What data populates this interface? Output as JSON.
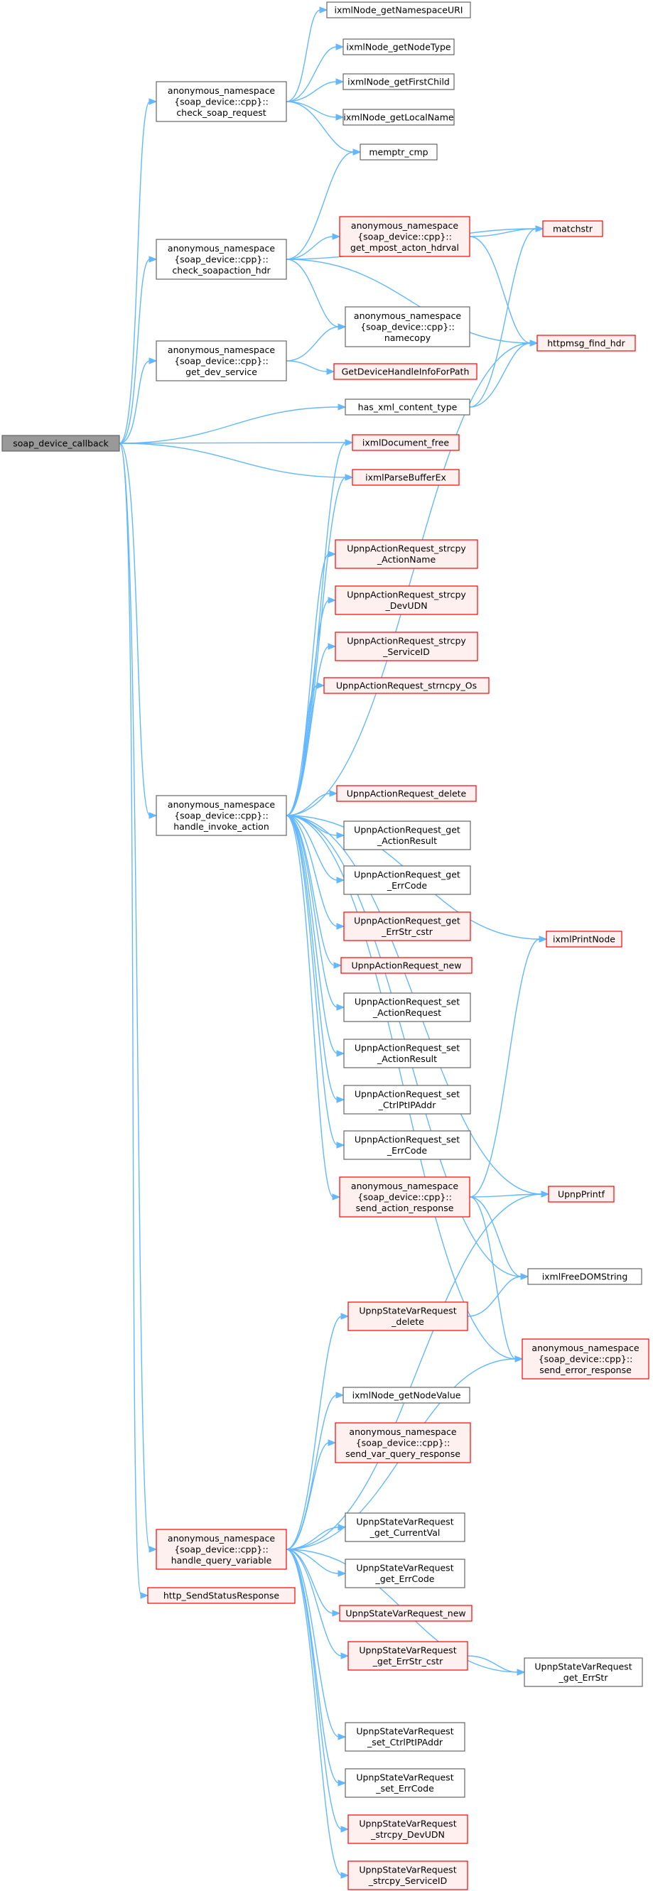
{
  "colors": {
    "edge": "#63b8ff",
    "root_fill": "#999999",
    "root_stroke": "#666666",
    "normal_fill": "#ffffff",
    "normal_stroke": "#666666",
    "missing_fill": "#fff0f0",
    "missing_stroke": "#ff0000"
  },
  "nodes": [
    {
      "id": "root",
      "style": "root",
      "lines": [
        "soap_device_callback"
      ]
    },
    {
      "id": "check_soap_request",
      "style": "normal",
      "lines": [
        "anonymous_namespace",
        "{soap_device::cpp}::",
        "check_soap_request"
      ]
    },
    {
      "id": "check_soapaction_hdr",
      "style": "normal",
      "lines": [
        "anonymous_namespace",
        "{soap_device::cpp}::",
        "check_soapaction_hdr"
      ]
    },
    {
      "id": "get_dev_service",
      "style": "normal",
      "lines": [
        "anonymous_namespace",
        "{soap_device::cpp}::",
        "get_dev_service"
      ]
    },
    {
      "id": "handle_invoke_action",
      "style": "normal",
      "lines": [
        "anonymous_namespace",
        "{soap_device::cpp}::",
        "handle_invoke_action"
      ]
    },
    {
      "id": "handle_query_variable",
      "style": "missing",
      "lines": [
        "anonymous_namespace",
        "{soap_device::cpp}::",
        "handle_query_variable"
      ]
    },
    {
      "id": "http_SendStatusResponse",
      "style": "missing",
      "lines": [
        "http_SendStatusResponse"
      ]
    },
    {
      "id": "ixmlNode_getNamespaceURI",
      "style": "normal",
      "lines": [
        "ixmlNode_getNamespaceURI"
      ]
    },
    {
      "id": "ixmlNode_getNodeType",
      "style": "normal",
      "lines": [
        "ixmlNode_getNodeType"
      ]
    },
    {
      "id": "ixmlNode_getFirstChild",
      "style": "normal",
      "lines": [
        "ixmlNode_getFirstChild"
      ]
    },
    {
      "id": "ixmlNode_getLocalName",
      "style": "normal",
      "lines": [
        "ixmlNode_getLocalName"
      ]
    },
    {
      "id": "memptr_cmp",
      "style": "normal",
      "lines": [
        "memptr_cmp"
      ]
    },
    {
      "id": "get_mpost_acton_hdrval",
      "style": "missing",
      "lines": [
        "anonymous_namespace",
        "{soap_device::cpp}::",
        "get_mpost_acton_hdrval"
      ]
    },
    {
      "id": "namecopy",
      "style": "normal",
      "lines": [
        "anonymous_namespace",
        "{soap_device::cpp}::",
        "namecopy"
      ]
    },
    {
      "id": "GetDeviceHandleInfoForPath",
      "style": "missing",
      "lines": [
        "GetDeviceHandleInfoForPath"
      ]
    },
    {
      "id": "has_xml_content_type",
      "style": "normal",
      "lines": [
        "has_xml_content_type"
      ]
    },
    {
      "id": "ixmlDocument_free",
      "style": "missing",
      "lines": [
        "ixmlDocument_free"
      ]
    },
    {
      "id": "ixmlParseBufferEx",
      "style": "missing",
      "lines": [
        "ixmlParseBufferEx"
      ]
    },
    {
      "id": "UARS_ActionName",
      "style": "missing",
      "lines": [
        "UpnpActionRequest_strcpy",
        "_ActionName"
      ]
    },
    {
      "id": "UARS_DevUDN",
      "style": "missing",
      "lines": [
        "UpnpActionRequest_strcpy",
        "_DevUDN"
      ]
    },
    {
      "id": "UARS_ServiceID",
      "style": "missing",
      "lines": [
        "UpnpActionRequest_strcpy",
        "_ServiceID"
      ]
    },
    {
      "id": "UARS_strncpy_Os",
      "style": "missing",
      "lines": [
        "UpnpActionRequest_strncpy_Os"
      ]
    },
    {
      "id": "UAR_delete",
      "style": "missing",
      "lines": [
        "UpnpActionRequest_delete"
      ]
    },
    {
      "id": "UAR_get_ActionResult",
      "style": "normal",
      "lines": [
        "UpnpActionRequest_get",
        "_ActionResult"
      ]
    },
    {
      "id": "UAR_get_ErrCode",
      "style": "normal",
      "lines": [
        "UpnpActionRequest_get",
        "_ErrCode"
      ]
    },
    {
      "id": "UAR_get_ErrStr_cstr",
      "style": "missing",
      "lines": [
        "UpnpActionRequest_get",
        "_ErrStr_cstr"
      ]
    },
    {
      "id": "UAR_new",
      "style": "missing",
      "lines": [
        "UpnpActionRequest_new"
      ]
    },
    {
      "id": "UAR_set_ActionRequest",
      "style": "normal",
      "lines": [
        "UpnpActionRequest_set",
        "_ActionRequest"
      ]
    },
    {
      "id": "UAR_set_ActionResult",
      "style": "normal",
      "lines": [
        "UpnpActionRequest_set",
        "_ActionResult"
      ]
    },
    {
      "id": "UAR_set_CtrlPtIPAddr",
      "style": "normal",
      "lines": [
        "UpnpActionRequest_set",
        "_CtrlPtIPAddr"
      ]
    },
    {
      "id": "UAR_set_ErrCode",
      "style": "normal",
      "lines": [
        "UpnpActionRequest_set",
        "_ErrCode"
      ]
    },
    {
      "id": "send_action_response",
      "style": "missing",
      "lines": [
        "anonymous_namespace",
        "{soap_device::cpp}::",
        "send_action_response"
      ]
    },
    {
      "id": "USVR_delete",
      "style": "missing",
      "lines": [
        "UpnpStateVarRequest",
        "_delete"
      ]
    },
    {
      "id": "ixmlNode_getNodeValue",
      "style": "normal",
      "lines": [
        "ixmlNode_getNodeValue"
      ]
    },
    {
      "id": "send_var_query_response",
      "style": "missing",
      "lines": [
        "anonymous_namespace",
        "{soap_device::cpp}::",
        "send_var_query_response"
      ]
    },
    {
      "id": "USVR_get_CurrentVal",
      "style": "normal",
      "lines": [
        "UpnpStateVarRequest",
        "_get_CurrentVal"
      ]
    },
    {
      "id": "USVR_get_ErrCode",
      "style": "normal",
      "lines": [
        "UpnpStateVarRequest",
        "_get_ErrCode"
      ]
    },
    {
      "id": "USVR_new",
      "style": "missing",
      "lines": [
        "UpnpStateVarRequest_new"
      ]
    },
    {
      "id": "USVR_get_ErrStr_cstr",
      "style": "missing",
      "lines": [
        "UpnpStateVarRequest",
        "_get_ErrStr_cstr"
      ]
    },
    {
      "id": "USVR_set_CtrlPtIPAddr",
      "style": "normal",
      "lines": [
        "UpnpStateVarRequest",
        "_set_CtrlPtIPAddr"
      ]
    },
    {
      "id": "USVR_set_ErrCode",
      "style": "normal",
      "lines": [
        "UpnpStateVarRequest",
        "_set_ErrCode"
      ]
    },
    {
      "id": "USVR_strcpy_DevUDN",
      "style": "missing",
      "lines": [
        "UpnpStateVarRequest",
        "_strcpy_DevUDN"
      ]
    },
    {
      "id": "USVR_strcpy_ServiceID",
      "style": "missing",
      "lines": [
        "UpnpStateVarRequest",
        "_strcpy_ServiceID"
      ]
    },
    {
      "id": "matchstr",
      "style": "missing",
      "lines": [
        "matchstr"
      ]
    },
    {
      "id": "httpmsg_find_hdr",
      "style": "missing",
      "lines": [
        "httpmsg_find_hdr"
      ]
    },
    {
      "id": "ixmlPrintNode",
      "style": "missing",
      "lines": [
        "ixmlPrintNode"
      ]
    },
    {
      "id": "UpnpPrintf",
      "style": "missing",
      "lines": [
        "UpnpPrintf"
      ]
    },
    {
      "id": "ixmlFreeDOMString",
      "style": "normal",
      "lines": [
        "ixmlFreeDOMString"
      ]
    },
    {
      "id": "send_error_response",
      "style": "missing",
      "lines": [
        "anonymous_namespace",
        "{soap_device::cpp}::",
        "send_error_response"
      ]
    },
    {
      "id": "USVR_get_ErrStr",
      "style": "normal",
      "lines": [
        "UpnpStateVarRequest",
        "_get_ErrStr"
      ]
    }
  ],
  "edges": [
    [
      "root",
      "check_soap_request"
    ],
    [
      "root",
      "check_soapaction_hdr"
    ],
    [
      "root",
      "get_dev_service"
    ],
    [
      "root",
      "has_xml_content_type"
    ],
    [
      "root",
      "ixmlDocument_free"
    ],
    [
      "root",
      "ixmlParseBufferEx"
    ],
    [
      "root",
      "handle_invoke_action"
    ],
    [
      "root",
      "handle_query_variable"
    ],
    [
      "root",
      "http_SendStatusResponse"
    ],
    [
      "check_soap_request",
      "ixmlNode_getNamespaceURI"
    ],
    [
      "check_soap_request",
      "ixmlNode_getNodeType"
    ],
    [
      "check_soap_request",
      "ixmlNode_getFirstChild"
    ],
    [
      "check_soap_request",
      "ixmlNode_getLocalName"
    ],
    [
      "check_soap_request",
      "memptr_cmp"
    ],
    [
      "check_soapaction_hdr",
      "memptr_cmp"
    ],
    [
      "check_soapaction_hdr",
      "matchstr"
    ],
    [
      "check_soapaction_hdr",
      "get_mpost_acton_hdrval"
    ],
    [
      "check_soapaction_hdr",
      "httpmsg_find_hdr"
    ],
    [
      "check_soapaction_hdr",
      "namecopy"
    ],
    [
      "get_mpost_acton_hdrval",
      "matchstr"
    ],
    [
      "get_mpost_acton_hdrval",
      "httpmsg_find_hdr"
    ],
    [
      "get_dev_service",
      "namecopy"
    ],
    [
      "get_dev_service",
      "GetDeviceHandleInfoForPath"
    ],
    [
      "has_xml_content_type",
      "matchstr"
    ],
    [
      "has_xml_content_type",
      "httpmsg_find_hdr"
    ],
    [
      "handle_invoke_action",
      "httpmsg_find_hdr"
    ],
    [
      "handle_invoke_action",
      "ixmlDocument_free"
    ],
    [
      "handle_invoke_action",
      "ixmlParseBufferEx"
    ],
    [
      "handle_invoke_action",
      "UARS_ActionName"
    ],
    [
      "handle_invoke_action",
      "UARS_DevUDN"
    ],
    [
      "handle_invoke_action",
      "UARS_ServiceID"
    ],
    [
      "handle_invoke_action",
      "UARS_strncpy_Os"
    ],
    [
      "handle_invoke_action",
      "ixmlPrintNode"
    ],
    [
      "handle_invoke_action",
      "UpnpPrintf"
    ],
    [
      "handle_invoke_action",
      "UAR_delete"
    ],
    [
      "handle_invoke_action",
      "UAR_get_ActionResult"
    ],
    [
      "handle_invoke_action",
      "UAR_get_ErrCode"
    ],
    [
      "handle_invoke_action",
      "UAR_get_ErrStr_cstr"
    ],
    [
      "handle_invoke_action",
      "UAR_new"
    ],
    [
      "handle_invoke_action",
      "UAR_set_ActionRequest"
    ],
    [
      "handle_invoke_action",
      "UAR_set_ActionResult"
    ],
    [
      "handle_invoke_action",
      "UAR_set_CtrlPtIPAddr"
    ],
    [
      "handle_invoke_action",
      "UAR_set_ErrCode"
    ],
    [
      "handle_invoke_action",
      "send_action_response"
    ],
    [
      "handle_invoke_action",
      "ixmlFreeDOMString"
    ],
    [
      "handle_invoke_action",
      "send_error_response"
    ],
    [
      "send_action_response",
      "ixmlPrintNode"
    ],
    [
      "send_action_response",
      "UpnpPrintf"
    ],
    [
      "send_action_response",
      "ixmlFreeDOMString"
    ],
    [
      "send_action_response",
      "send_error_response"
    ],
    [
      "USVR_delete",
      "ixmlFreeDOMString"
    ],
    [
      "handle_query_variable",
      "UpnpPrintf"
    ],
    [
      "handle_query_variable",
      "USVR_delete"
    ],
    [
      "handle_query_variable",
      "ixmlNode_getNodeValue"
    ],
    [
      "handle_query_variable",
      "send_var_query_response"
    ],
    [
      "handle_query_variable",
      "send_error_response"
    ],
    [
      "handle_query_variable",
      "USVR_get_CurrentVal"
    ],
    [
      "handle_query_variable",
      "USVR_get_ErrCode"
    ],
    [
      "handle_query_variable",
      "USVR_new"
    ],
    [
      "handle_query_variable",
      "USVR_get_ErrStr_cstr"
    ],
    [
      "handle_query_variable",
      "USVR_get_ErrStr"
    ],
    [
      "handle_query_variable",
      "USVR_set_CtrlPtIPAddr"
    ],
    [
      "handle_query_variable",
      "USVR_set_ErrCode"
    ],
    [
      "handle_query_variable",
      "USVR_strcpy_DevUDN"
    ],
    [
      "handle_query_variable",
      "USVR_strcpy_ServiceID"
    ],
    [
      "USVR_get_ErrStr_cstr",
      "USVR_get_ErrStr"
    ]
  ]
}
